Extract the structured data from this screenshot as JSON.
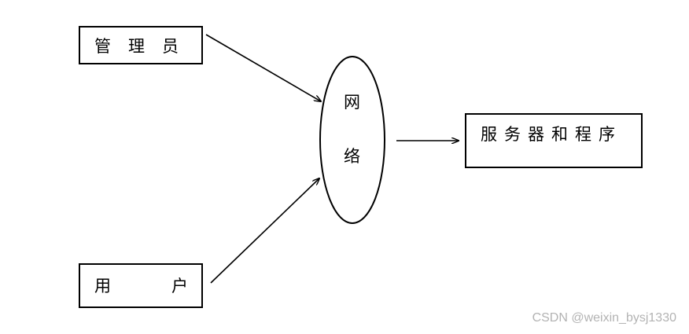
{
  "nodes": {
    "admin": "管理员",
    "network": [
      "网",
      "络"
    ],
    "server": "服务器和程序",
    "user": [
      "用",
      "户"
    ]
  },
  "watermark": "CSDN @weixin_bysj1330"
}
